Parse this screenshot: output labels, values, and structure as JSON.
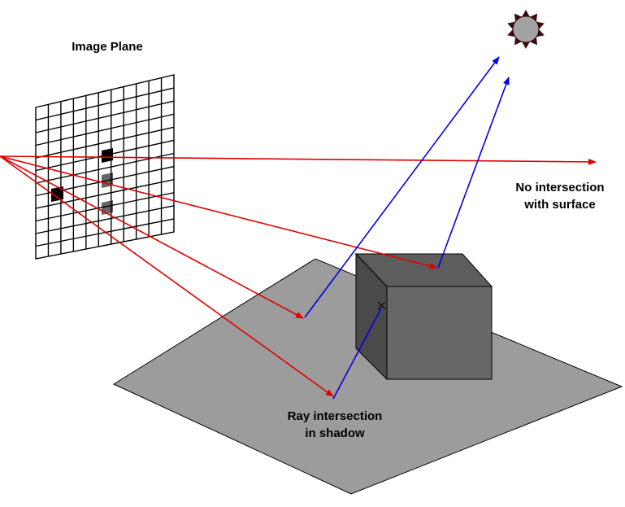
{
  "labels": {
    "image_plane": "Image Plane",
    "no_intersection_line1": "No intersection",
    "no_intersection_line2": "with surface",
    "shadow_line1": "Ray intersection",
    "shadow_line2": "in shadow"
  },
  "colors": {
    "camera_ray": "#e00000",
    "shadow_ray": "#0000e6",
    "ground": "#9c9c9c",
    "cube_front": "#676767",
    "cube_top": "#5d5d5d",
    "cube_side": "#4a4a4a",
    "shaded_pixel": "#000000",
    "hit_pixel": "#666666",
    "sun_body": "#a3a3a3",
    "sun_rays": "#3a0c0c"
  },
  "icons": {
    "light_source": "sun-icon"
  }
}
